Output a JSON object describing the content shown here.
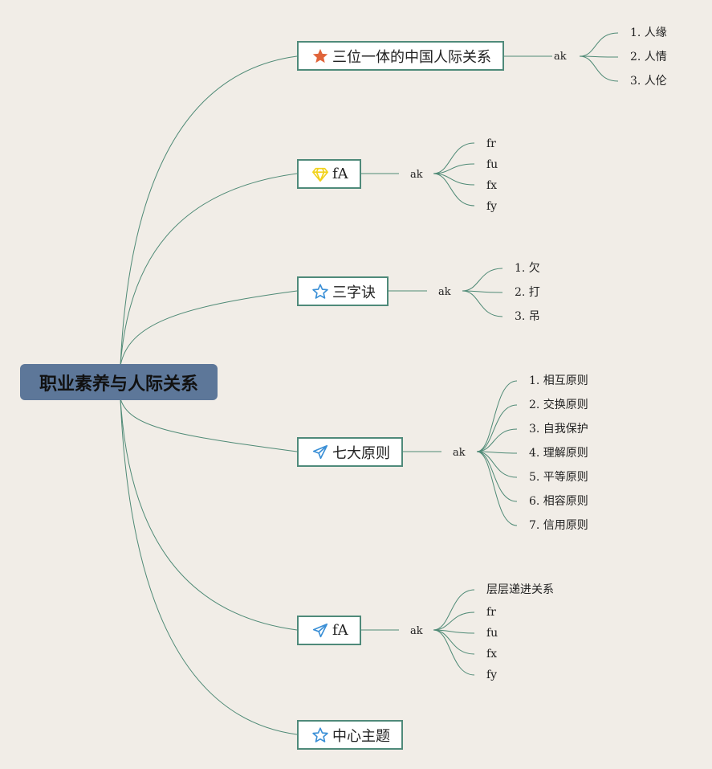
{
  "root": {
    "label": "职业素养与人际关系"
  },
  "branches": [
    {
      "label": "三位一体的中国人际关系",
      "icon": "star-filled-orange-icon",
      "mid": "ak",
      "children": [
        "1. 人缘",
        "2. 人情",
        "3. 人伦"
      ]
    },
    {
      "label": "fA",
      "icon": "diamond-icon",
      "mid": "ak",
      "children": [
        "fr",
        "fu",
        "fx",
        "fy"
      ]
    },
    {
      "label": "三字诀",
      "icon": "star-outline-icon",
      "mid": "ak",
      "children": [
        "1. 欠",
        "2. 打",
        "3. 吊"
      ]
    },
    {
      "label": "七大原则",
      "icon": "paper-plane-icon",
      "mid": "ak",
      "children": [
        "1. 相互原则",
        "2. 交换原则",
        "3. 自我保护",
        "4. 理解原则",
        "5. 平等原则",
        "6. 相容原则",
        "7. 信用原则"
      ]
    },
    {
      "label": "fA",
      "icon": "paper-plane-icon",
      "mid": "ak",
      "children": [
        "层层递进关系",
        "fr",
        "fu",
        "fx",
        "fy"
      ]
    },
    {
      "label": "中心主题",
      "icon": "star-outline-icon"
    }
  ],
  "colors": {
    "background": "#f1ede7",
    "root_fill": "#5d7799",
    "topic_border": "#4f8a7a",
    "connector": "#4f8a76",
    "star_orange": "#e0643a",
    "diamond_yellow": "#f2d21b",
    "icon_blue": "#3a8fd6"
  }
}
